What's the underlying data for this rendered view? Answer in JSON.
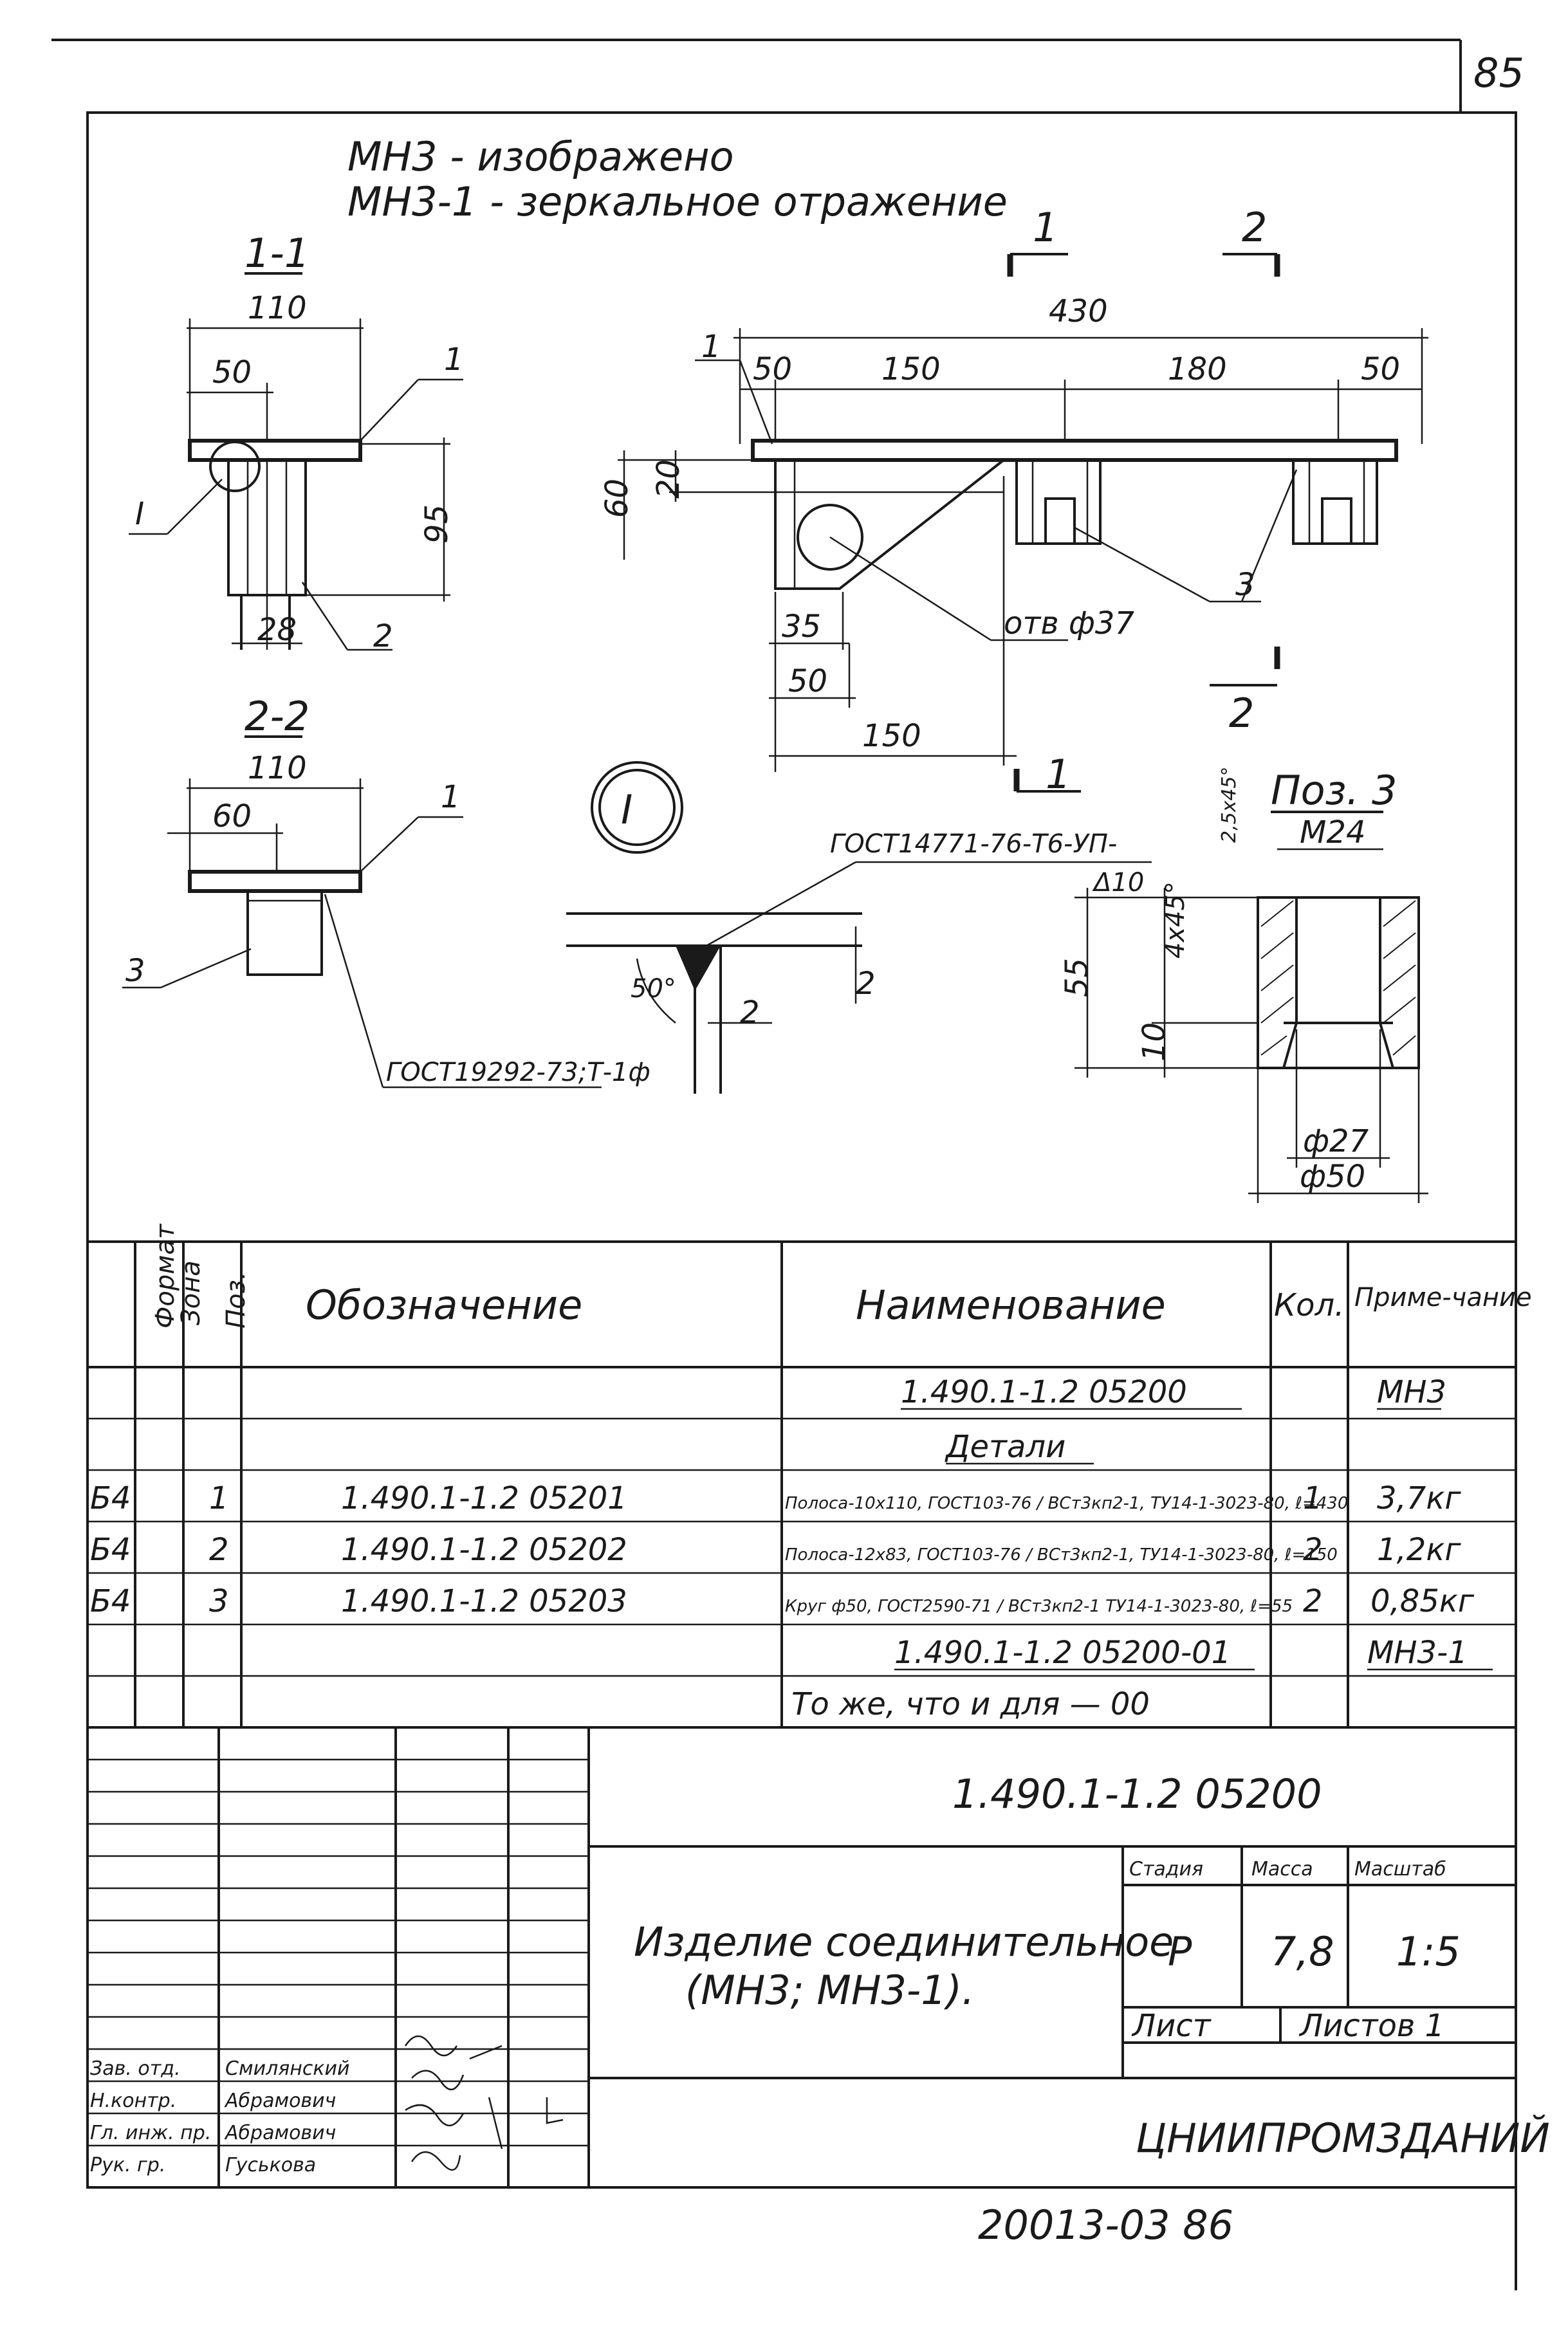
{
  "sheet_number": "85",
  "title_lines": {
    "line1": "МН3  - изображено",
    "line2": "МН3-1 - зеркальное отражение"
  },
  "drawing": {
    "section_1_1": {
      "label": "1-1",
      "dim_total": "110",
      "dim_left": "50",
      "dim_height": "95",
      "dim_bottom": "28",
      "callout_1": "1",
      "callout_2": "2",
      "detail_mark": "I"
    },
    "main_view": {
      "dim_total": "430",
      "dim_a": "50",
      "dim_b": "150",
      "dim_c": "180",
      "dim_d": "50",
      "dim_h60": "60",
      "dim_h20": "20",
      "dim_35": "35",
      "dim_50": "50",
      "dim_150": "150",
      "hole_label": "отв ф37",
      "callout_1": "1",
      "callout_3": "3",
      "cut_1": "1",
      "cut_2": "2"
    },
    "section_2_2": {
      "label": "2-2",
      "dim_total": "110",
      "dim_left": "60",
      "callout_1": "1",
      "callout_3": "3",
      "weld_note": "ГОСТ19292-73;Т-1ф"
    },
    "detail_I": {
      "mark": "I",
      "weld_note_line1": "ГОСТ14771-76-Т6-УП-",
      "weld_note_line2": "Δ10",
      "angle": "50°",
      "dim_2a": "2",
      "dim_2b": "2"
    },
    "pos3": {
      "label": "Поз. 3",
      "thread": "М24",
      "chamfer_top": "2,5х45°",
      "chamfer_mid": "4х45°",
      "dim_55": "55",
      "dim_10": "10",
      "d_inner": "ф27",
      "d_outer": "ф50"
    }
  },
  "spec_table": {
    "headers": {
      "format": "Формат",
      "zone": "Зона",
      "pos": "Поз.",
      "designation": "Обозначение",
      "name": "Наименование",
      "qty": "Кол.",
      "note": "Приме-чание"
    },
    "rows": [
      {
        "format": "",
        "pos": "",
        "designation": "",
        "name": "1.490.1-1.2 05200",
        "qty": "",
        "note": "МН3"
      },
      {
        "format": "",
        "pos": "",
        "designation": "",
        "name": "Детали",
        "qty": "",
        "note": ""
      },
      {
        "format": "Б4",
        "pos": "1",
        "designation": "1.490.1-1.2 05201",
        "name": "Полоса-10х110, ГОСТ103-76 / ВСт3кп2-1, ТУ14-1-3023-80, ℓ=430",
        "qty": "1",
        "note": "3,7кг"
      },
      {
        "format": "Б4",
        "pos": "2",
        "designation": "1.490.1-1.2 05202",
        "name": "Полоса-12х83, ГОСТ103-76 / ВСт3кп2-1, ТУ14-1-3023-80, ℓ=150",
        "qty": "2",
        "note": "1,2кг"
      },
      {
        "format": "Б4",
        "pos": "3",
        "designation": "1.490.1-1.2 05203",
        "name": "Круг ф50, ГОСТ2590-71 / ВСт3кп2-1 ТУ14-1-3023-80, ℓ=55",
        "qty": "2",
        "note": "0,85кг"
      },
      {
        "format": "",
        "pos": "",
        "designation": "",
        "name": "1.490.1-1.2 05200-01",
        "qty": "",
        "note": "МН3-1"
      },
      {
        "format": "",
        "pos": "",
        "designation": "",
        "name": "То же, что и для — 00",
        "qty": "",
        "note": ""
      }
    ]
  },
  "title_block": {
    "doc_code": "1.490.1-1.2 05200",
    "product_name_line1": "Изделие соединительное",
    "product_name_line2": "(МН3; МН3-1).",
    "stage_label": "Стадия",
    "mass_label": "Масса",
    "scale_label": "Масштаб",
    "stage": "Р",
    "mass": "7,8",
    "scale": "1:5",
    "sheet_label": "Лист",
    "sheets_label": "Листов 1",
    "org": "ЦНИИПРОМЗДАНИЙ",
    "signatures": [
      {
        "role": "Зав. отд.",
        "name": "Смилянский"
      },
      {
        "role": "Н.контр.",
        "name": "Абрамович"
      },
      {
        "role": "Гл. инж. пр.",
        "name": "Абрамович"
      },
      {
        "role": "Рук. гр.",
        "name": "Гуськова"
      }
    ]
  },
  "footer_code": "20013-03  86"
}
